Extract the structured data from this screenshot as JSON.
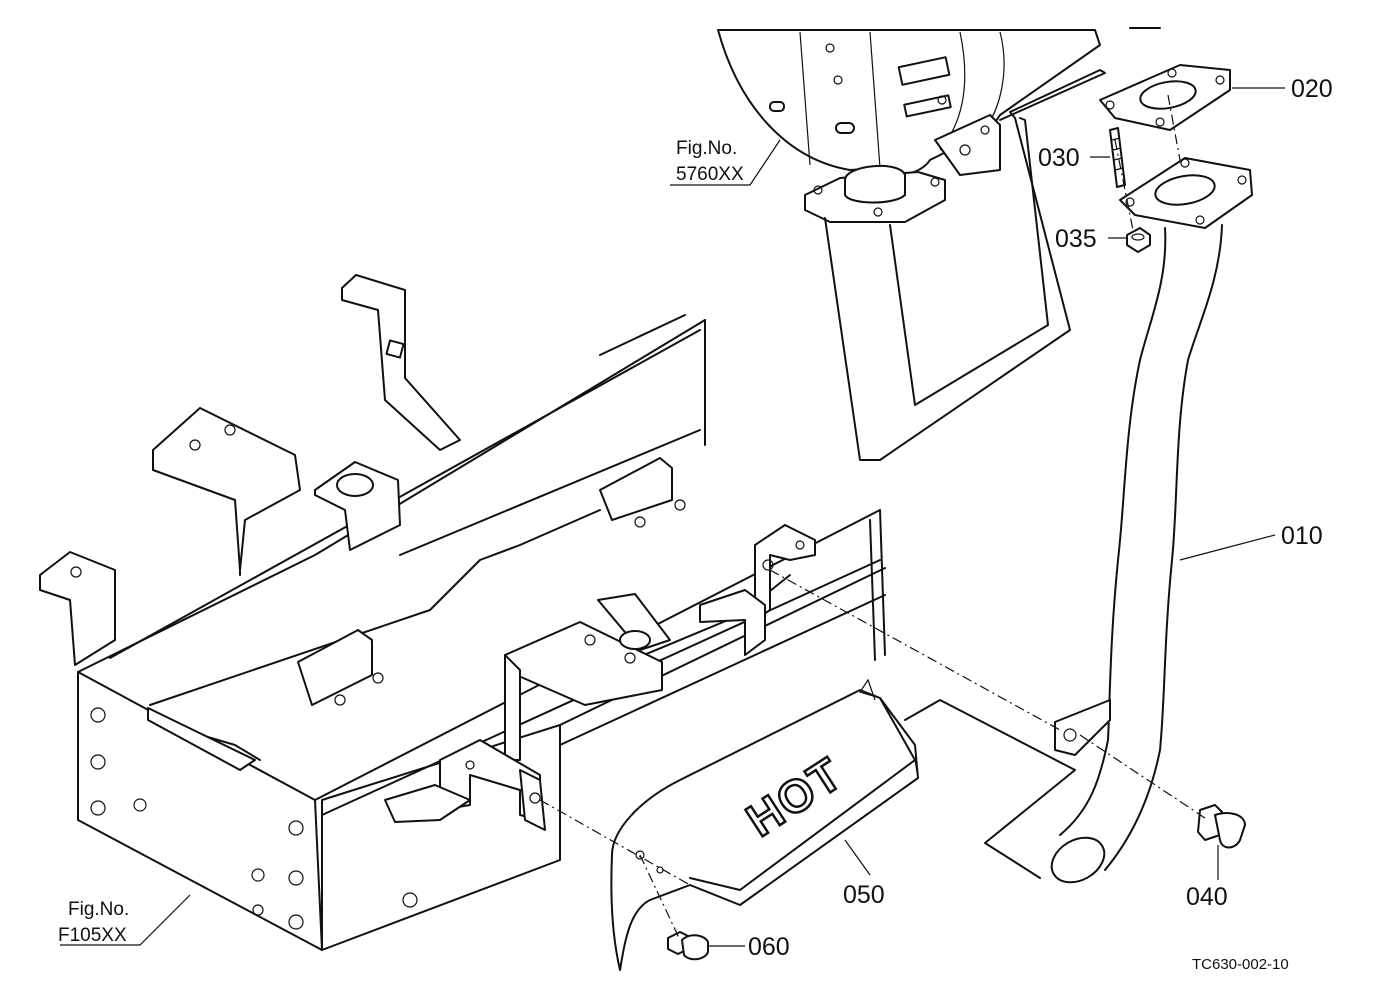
{
  "parts": [
    {
      "id": "010"
    },
    {
      "id": "020"
    },
    {
      "id": "030"
    },
    {
      "id": "035"
    },
    {
      "id": "040"
    },
    {
      "id": "050"
    },
    {
      "id": "060"
    }
  ],
  "figure_refs": [
    {
      "prefix": "Fig.No.",
      "number": "5760XX"
    },
    {
      "prefix": "Fig.No.",
      "number": "F105XX"
    }
  ],
  "cover_text": "HOT",
  "drawing_code": "TC630-002-10"
}
